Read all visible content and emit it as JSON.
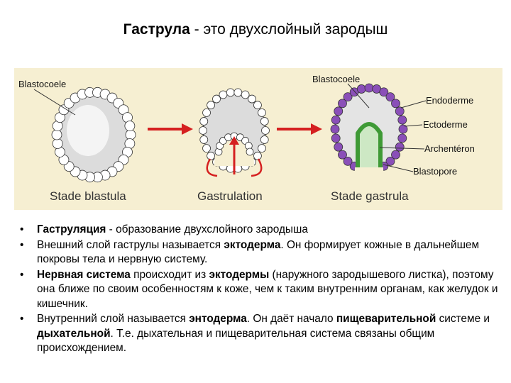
{
  "title": {
    "bold": "Гаструла",
    "rest": " - это двухслойный зародыш"
  },
  "figure": {
    "blastula_label": "Blastocoele",
    "gastrula_blastocoele": "Blastocoele",
    "endoderme": "Endoderme",
    "ectoderme": "Ectoderme",
    "archenteron": "Archentéron",
    "blastopore": "Blastopore",
    "stage1": "Stade blastula",
    "stage2": "Gastrulation",
    "stage3": "Stade gastrula",
    "colors": {
      "background": "#f6efd2",
      "arrow": "#d52020",
      "outer_cells": "#8a4fb8",
      "inner_cells": "#3f9a36"
    }
  },
  "bullets": [
    {
      "parts": [
        {
          "t": "Гаструляция",
          "b": true
        },
        {
          "t": " - образование двухслойного зародыша",
          "b": false
        }
      ]
    },
    {
      "parts": [
        {
          "t": "Внешний слой гаструлы называется ",
          "b": false
        },
        {
          "t": "эктодерма",
          "b": true
        },
        {
          "t": ". Он формирует кожные в дальнейшем покровы тела и нервную систему.",
          "b": false
        }
      ]
    },
    {
      "parts": [
        {
          "t": "Нервная система",
          "b": true
        },
        {
          "t": " происходит из ",
          "b": false
        },
        {
          "t": "эктодермы",
          "b": true
        },
        {
          "t": " (наружного зародышевого листка), поэтому она ближе по своим особенностям к коже, чем к таким внутренним органам, как желудок и кишечник.",
          "b": false
        }
      ]
    },
    {
      "parts": [
        {
          "t": "Внутренний слой называется ",
          "b": false
        },
        {
          "t": "энтодерма",
          "b": true
        },
        {
          "t": ". Он даёт начало ",
          "b": false
        },
        {
          "t": "пищеварительной",
          "b": true
        },
        {
          "t": " системе и ",
          "b": false
        },
        {
          "t": "дыхательной",
          "b": true
        },
        {
          "t": ". Т.е. дыхательная и пищеварительная система связаны общим происхождением.",
          "b": false
        }
      ]
    }
  ]
}
